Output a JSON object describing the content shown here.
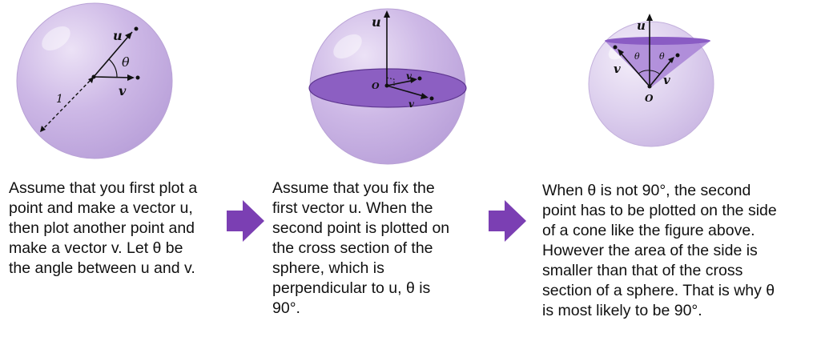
{
  "panels": [
    {
      "labels": {
        "u": "u",
        "v": "v",
        "theta": "θ",
        "radius": "1"
      },
      "caption": [
        "Assume that you first plot a",
        "point and make a vector u,",
        "then plot another point and",
        "make a vector v. Let θ be",
        "the angle between u and v."
      ]
    },
    {
      "labels": {
        "u": "u",
        "v1": "v",
        "v2": "v",
        "origin": "O"
      },
      "caption": [
        "Assume that you fix the",
        "first  vector u. When the",
        "second point is plotted on",
        "the cross section of the",
        "sphere, which is",
        "perpendicular to u, θ is",
        "90°."
      ]
    },
    {
      "labels": {
        "u": "u",
        "v1": "v",
        "v2": "v",
        "theta1": "θ",
        "theta2": "θ",
        "origin": "O"
      },
      "caption": [
        "When θ is not 90°, the second",
        "point has to be plotted on the side",
        "of a cone like the figure above.",
        "However the area of the side is",
        "smaller than that of the cross",
        "section of a sphere. That is why θ",
        "is most likely to be 90°."
      ]
    }
  ],
  "colors": {
    "sphere_fill": "#c9b3e3",
    "sphere_edge": "#b9a2d6",
    "disk_fill": "#8c5fc2",
    "cone_fill": "#a883d6",
    "arrow_fill": "#7b3fb3"
  }
}
